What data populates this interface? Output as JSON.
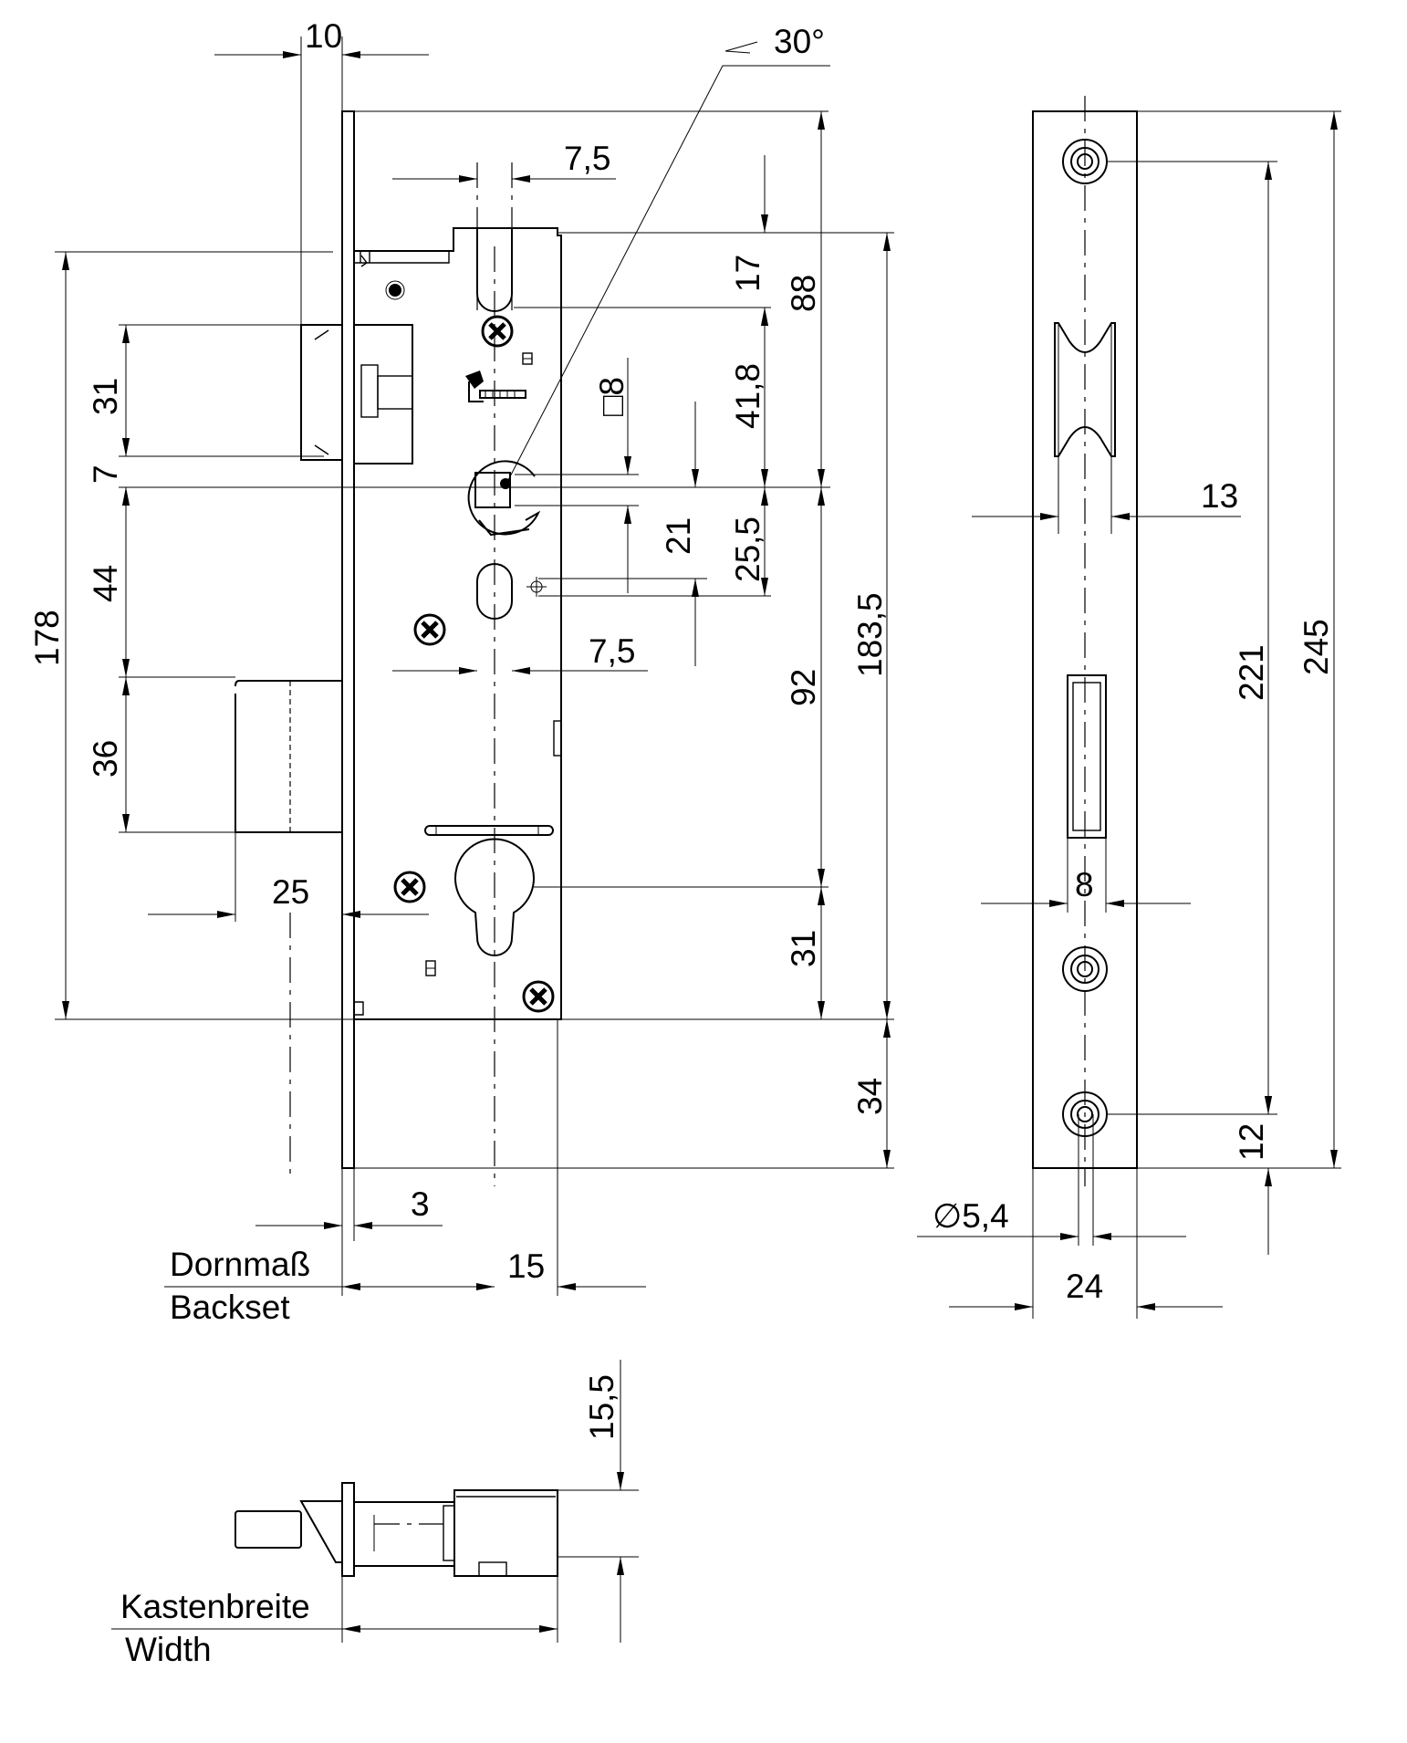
{
  "labels": {
    "backset_de": "Dornmaß",
    "backset_en": "Backset",
    "width_de": "Kastenbreite",
    "width_en": "Width"
  },
  "dimensions": {
    "d10": "10",
    "d30deg": "30°",
    "d7_5_top": "7,5",
    "d17": "17",
    "d88": "88",
    "d178": "178",
    "d31_left": "31",
    "d7_left": "7",
    "d8_square": "□8",
    "d41_8": "41,8",
    "d21": "21",
    "d25_5": "25,5",
    "d183_5": "183,5",
    "d44": "44",
    "d7_5_mid": "7,5",
    "d92": "92",
    "d36": "36",
    "d25": "25",
    "d31_right": "31",
    "d34": "34",
    "d3": "3",
    "d15": "15",
    "d15_5": "15,5",
    "d13": "13",
    "d221": "221",
    "d245": "245",
    "d8_plate": "8",
    "d12": "12",
    "d5_4": "∅5,4",
    "d24": "24"
  }
}
